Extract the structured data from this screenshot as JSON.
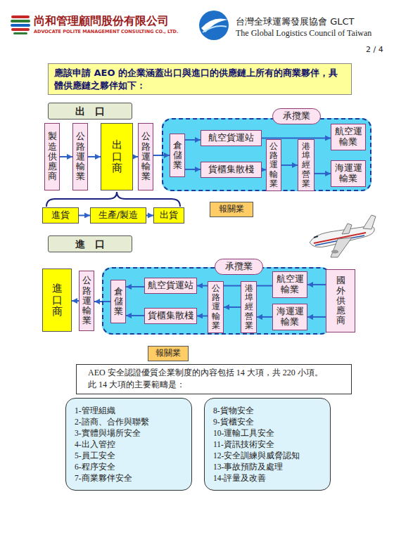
{
  "diagram": {
    "nodes": [
      {
        "text": [
          "應該申請 AEO 的企業涵蓋出口與進口的供應鏈上所有的商業夥伴，具體供應鏈之夥伴如下："
        ]
      },
      {
        "text": [
          "出　口"
        ]
      },
      {
        "text": [
          "製造供應商"
        ]
      },
      {
        "text": [
          "公路運輸業"
        ]
      },
      {
        "text": [
          "出口商"
        ]
      },
      {
        "text": [
          "公路運輸業"
        ]
      },
      {
        "text": [
          "承攬業"
        ]
      },
      {
        "text": [
          "倉儲業"
        ],
        "in": 6
      },
      {
        "text": [
          "航空貨運站"
        ],
        "in": 6
      },
      {
        "text": [
          "航空運輸業"
        ],
        "in": 6
      },
      {
        "text": [
          "貨櫃集散棧"
        ],
        "in": 6
      },
      {
        "text": [
          "公路運輸業"
        ],
        "in": 6
      },
      {
        "text": [
          "港埠經營業"
        ],
        "in": 6
      },
      {
        "text": [
          "海運運輸業"
        ],
        "in": 6
      },
      {
        "text": [
          "進貨"
        ]
      },
      {
        "text": [
          "生產/製造"
        ]
      },
      {
        "text": [
          "出貨"
        ]
      },
      {
        "text": [
          "報關業"
        ]
      },
      {
        "text": [
          "進　口"
        ]
      },
      {
        "text": [
          "進口商"
        ]
      },
      {
        "text": [
          "公路運輸業"
        ]
      },
      {
        "text": [
          "承攬業"
        ]
      },
      {
        "text": [
          "倉儲業"
        ],
        "in": 21
      },
      {
        "text": [
          "航空貨運站"
        ],
        "in": 21
      },
      {
        "text": [
          "航空運輸業"
        ],
        "in": 21
      },
      {
        "text": [
          "貨櫃集散棧"
        ],
        "in": 21
      },
      {
        "text": [
          "公路運輸業"
        ],
        "in": 21
      },
      {
        "text": [
          "港埠經營業"
        ],
        "in": 21
      },
      {
        "text": [
          "海運運輸業"
        ],
        "in": 21
      },
      {
        "text": [
          "國外供應商"
        ]
      },
      {
        "text": [
          "報關業"
        ]
      },
      {
        "text": [
          "AEO 安全認證優質企業制度的內容包括 14 大項，共 220 小項。",
          "此 14 大項的主要範疇是："
        ]
      },
      {
        "text": [
          "1-管理組織",
          "2-諮商、合作與聯繫",
          "3-實體與場所安全",
          "4-出入管控",
          "5-員工安全",
          "6-程序安全",
          "7-商業夥伴安全"
        ]
      },
      {
        "text": [
          "8-貨物安全",
          "9-貨櫃安全",
          "10-運輸工具安全",
          "11-資訊技術安全",
          "12-安全訓練與威脅認知",
          "13-事故預防及處理",
          "14-評量及改善"
        ]
      }
    ],
    "edges": [
      {
        "from": 2,
        "to": 3,
        "arrow": "to"
      },
      {
        "from": 3,
        "to": 4,
        "arrow": "to"
      },
      {
        "from": 4,
        "to": 5,
        "arrow": "to"
      },
      {
        "from": 5,
        "to": 7,
        "arrow": "to"
      },
      {
        "from": 7,
        "to": 8,
        "arrow": "to"
      },
      {
        "from": 7,
        "to": 10,
        "arrow": "to"
      },
      {
        "from": 8,
        "to": 9,
        "arrow": "to"
      },
      {
        "from": 10,
        "to": 11,
        "arrow": "to"
      },
      {
        "from": 11,
        "to": 12,
        "arrow": "to"
      },
      {
        "from": 12,
        "to": 13,
        "arrow": "to"
      },
      {
        "from": 14,
        "to": 15,
        "arrow": "to"
      },
      {
        "from": 15,
        "to": 16,
        "arrow": "to"
      },
      {
        "from": 29,
        "to": 24,
        "arrow": "to"
      },
      {
        "from": 29,
        "to": 28,
        "arrow": "to"
      },
      {
        "from": 24,
        "to": 23,
        "arrow": "to"
      },
      {
        "from": 23,
        "to": 22,
        "arrow": "to"
      },
      {
        "from": 28,
        "to": 27,
        "arrow": "to"
      },
      {
        "from": 27,
        "to": 26,
        "arrow": "to"
      },
      {
        "from": 26,
        "to": 25,
        "arrow": "to"
      },
      {
        "from": 25,
        "to": 22,
        "arrow": "to"
      },
      {
        "from": 22,
        "to": 20,
        "arrow": "to"
      },
      {
        "from": 20,
        "to": 19,
        "arrow": "to"
      }
    ],
    "labels": [
      "尚和管理顧問股份有限公司",
      "ADVOCATE POLITE MANAGEMENT CONSULTING CO., LTD.",
      "台灣全球運籌發展協會 GLCT",
      "The Global Logistics Council of Taiwan",
      "2 / 4"
    ]
  }
}
